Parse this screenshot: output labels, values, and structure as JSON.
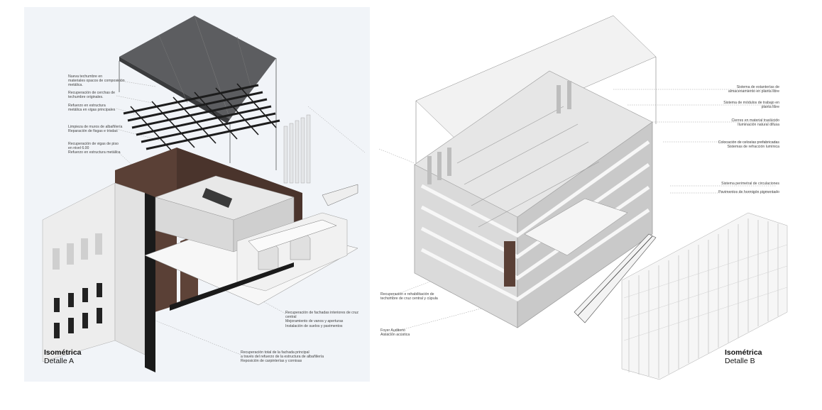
{
  "detail_a": {
    "title": "Isométrica",
    "subtitle": "Detalle A",
    "annotations": [
      "Nueva techumbre en\nmateriales opacos de composición\nmetálica.",
      "Recuperación de cerchas de\ntechumbre originales.",
      "Refuerzo en estructura\nmetálica en vigas principales",
      "Limpieza de muros de albañilería\nReparación de fisgas e trisdas",
      "Recuperación de vigas de piso\nen nivel 6.00\nRefuerzo en estructura metálica",
      "Recuperación de fachadas interiores de cruz central\nMejoramiento de vanos y aperturas\nInstalación de suelos y pavimentos",
      "Recuperación total de la fachada principal\na través del refuerzo de la estructura de albañilería\nReposición de carpinterías y cornisas"
    ]
  },
  "detail_b": {
    "title": "Isométrica",
    "subtitle": "Detalle B",
    "annotations": [
      "Sistema de estanterías de\nalmacenamiento en planta libre",
      "Sistema de módulos de trabajo en\nplanta libre",
      "Cierres en material traslúcido\nIluminación natural difusa",
      "Colocación de celosías prefabricadas\nSistemas de refracción lumínica",
      "Sistema perimetral de circulaciones",
      "Pavimentos de hormigón pigmentado",
      "Recuperación e rehabilitación de\ntechumbre de cruz central y cúpula",
      "Foyer Auditorio\nAislación acústica"
    ]
  },
  "colors": {
    "panel_a_bg": "#f1f4f8",
    "roof": "#5c5d60",
    "brick": "#5a4036",
    "structure": "#1c1c1c"
  }
}
